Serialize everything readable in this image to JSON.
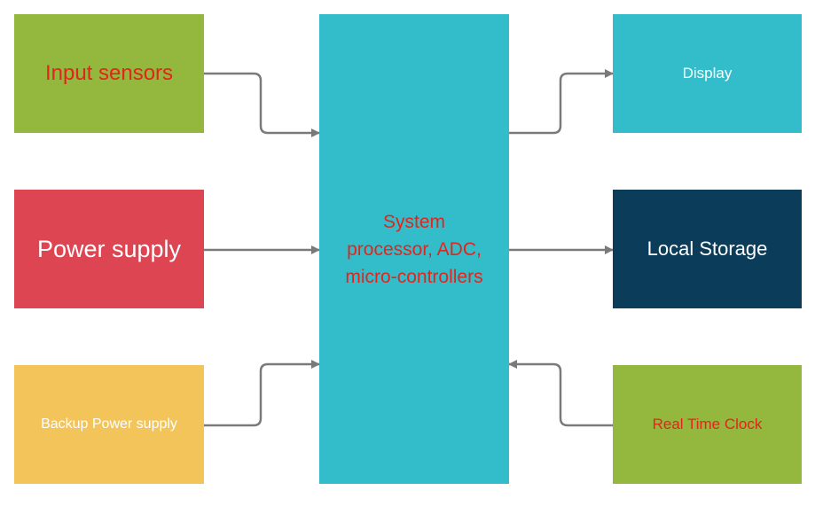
{
  "colors": {
    "green": "#94b83d",
    "red_block": "#dd4553",
    "yellow": "#f3c45a",
    "teal": "#33bdcb",
    "navy": "#0b3d5b",
    "red_text": "#e0261c",
    "white_text": "#ffffff",
    "connector": "#7a7a7a"
  },
  "blocks": {
    "input_sensors": "Input sensors",
    "power_supply": "Power supply",
    "backup_power": "Backup Power supply",
    "system": "System\nprocessor, ADC,\nmicro-controllers",
    "display": "Display",
    "local_storage": "Local Storage",
    "rtc": "Real Time Clock"
  }
}
